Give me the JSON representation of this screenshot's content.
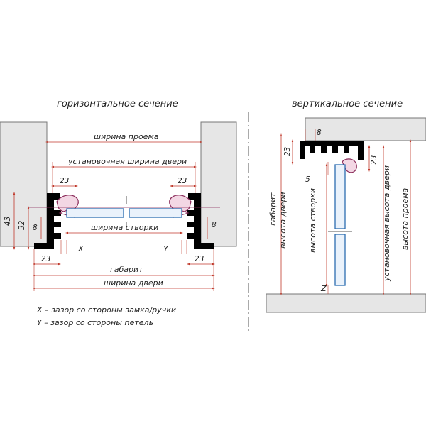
{
  "colors": {
    "dim": "#c0392b",
    "glass": "#2b6cb0",
    "seal": "#8a2b5a",
    "wall": "#888888",
    "profile": "#000000"
  },
  "horizontal": {
    "title": "горизонтальное сечение",
    "opening_width": "ширина проема",
    "install_width": "установочная ширина двери",
    "sash_width": "ширина створки",
    "overall": "габарит",
    "door_width": "ширина двери",
    "gap_x": "X",
    "gap_y": "Y",
    "dims": {
      "left_top": "23",
      "right_top": "23",
      "left_bottom": "23",
      "right_bottom": "23",
      "h43": "43",
      "h32": "32",
      "left_8": "8",
      "right_8": "8"
    }
  },
  "vertical": {
    "title": "вертикальное сечение",
    "overall": "габарит",
    "door_height": "высота двери",
    "sash_height": "высота створки",
    "install_height": "установочная высота двери",
    "opening_height": "высота проема",
    "gap_z": "Z",
    "dims": {
      "top_8": "8",
      "left_23": "23",
      "right_23": "23",
      "dim_5": "5"
    }
  },
  "legend": {
    "x": "X – зазор со стороны замка/ручки",
    "y": "Y – зазор со стороны петель"
  }
}
